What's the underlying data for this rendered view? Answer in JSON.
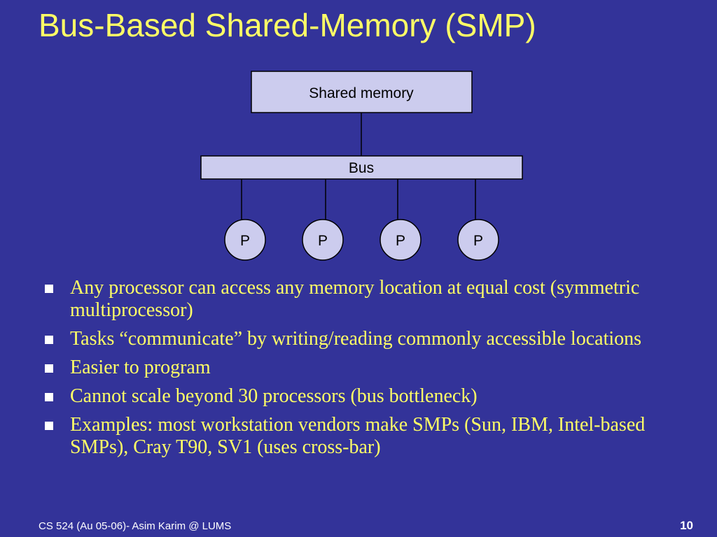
{
  "title": "Bus-Based Shared-Memory (SMP)",
  "diagram": {
    "memory_label": "Shared memory",
    "bus_label": "Bus",
    "processors": [
      "P",
      "P",
      "P",
      "P"
    ]
  },
  "bullets": [
    "Any processor can access any memory location at equal cost (symmetric multiprocessor)",
    "Tasks “communicate” by writing/reading commonly accessible locations",
    "Easier to program",
    "Cannot scale beyond 30 processors (bus bottleneck)",
    "Examples: most workstation vendors make SMPs (Sun, IBM, Intel-based SMPs), Cray T90, SV1 (uses cross-bar)"
  ],
  "footer": {
    "left": "CS 524 (Au 05-06)- Asim Karim @ LUMS",
    "page_number": "10"
  },
  "colors": {
    "background": "#333399",
    "title": "#ffff66",
    "text": "#ffff66",
    "box_fill": "#ccccee",
    "footer": "#ffffff"
  }
}
